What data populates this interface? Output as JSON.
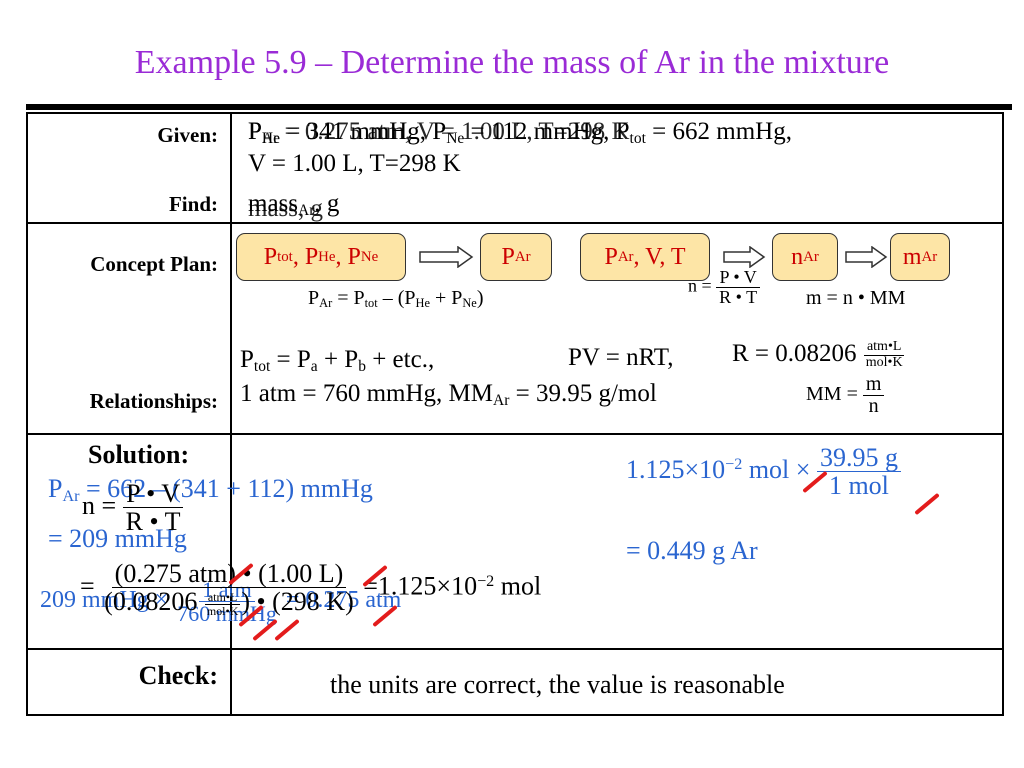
{
  "title": "Example 5.9 – Determine the mass of Ar in the mixture",
  "labels": {
    "given": "Given:",
    "find": "Find:",
    "concept_plan": "Concept Plan:",
    "relationships": "Relationships:",
    "solution": "Solution:",
    "check": "Check:"
  },
  "given": {
    "line1": "P",
    "line2": "V = 1.00 L, T=298 K",
    "p_he_sub": "He",
    "p_he_val": " = 341 mmHg, P",
    "p_ne_sub": "Ne",
    "p_ne_val": " = 112 mmHg, P",
    "p_tot_sub": "tot",
    "p_tot_val": " = 662 mmHg,",
    "p_ar_overlay": "P",
    "p_ar_overlay_sub": "Ar",
    "p_ar_overlay_val": " = 0.275 atm, V = 1.00 L, T=298 K"
  },
  "find": {
    "mass": "mass",
    "mass_ar_sub": "Ar",
    "mass_unit": ", g",
    "overlay": "mass, g"
  },
  "concept_plan": {
    "box1": "P",
    "box1_a_sub": "tot",
    "box1_b": ", P",
    "box1_b_sub": "He",
    "box1_c": ", P",
    "box1_c_sub": "Ne",
    "box2": "P",
    "box2_sub": "Ar",
    "box3": "P",
    "box3_sub": "Ar",
    "box3_rest": ", V, T",
    "box4": "n",
    "box4_sub": "Ar",
    "box5": "m",
    "box5_sub": "Ar",
    "eq1": "P",
    "eq1_sub": "Ar",
    "eq1_mid": " = P",
    "eq1_sub2": "tot",
    "eq1_mid2": " – (P",
    "eq1_sub3": "He",
    "eq1_mid3": " + P",
    "eq1_sub4": "Ne",
    "eq1_end": ")",
    "eq2_lhs": "n =",
    "eq2_num": "P • V",
    "eq2_den": "R • T",
    "eq3": "m = n • MM"
  },
  "relationships": {
    "line1_a": "P",
    "line1_a_sub": "tot",
    "line1_b": " = P",
    "line1_b_sub": "a",
    "line1_c": " + P",
    "line1_c_sub": "b",
    "line1_d": " + etc.,",
    "line1_pv": "PV = nRT,",
    "line1_r": "R = 0.08206",
    "r_unit_num": "atm•L",
    "r_unit_den": "mol•K",
    "line2_a": "1 atm = 760 mmHg,   MM",
    "line2_sub": "Ar",
    "line2_b": " = 39.95 g/mol",
    "mm_lhs": "MM =",
    "mm_num": "m",
    "mm_den": "n"
  },
  "solution": {
    "par_line1": "P",
    "par_sub": "Ar",
    "par_rest": " = 662 – (341 + 112) mmHg",
    "par_line2": "= 209 mmHg",
    "n_lhs": "n =",
    "n_num": "P • V",
    "n_den": "R • T",
    "conv_lead": "209 mmHg ×",
    "conv_num": "1 atm",
    "conv_den": "760 mmHg",
    "conv_result": "= 0.275 atm",
    "calc_eq": "=",
    "calc_num": "(0.275 atm) • (1.00 L)",
    "calc_den_a": "(0.08206",
    "calc_den_unit_num": "atm•L",
    "calc_den_unit_den": "mol•K",
    "calc_den_b": ") • (298 K)",
    "calc_result": "=1.125×10",
    "calc_exp": "−2",
    "calc_unit": " mol",
    "mass_lead": "1.125×10",
    "mass_exp": "−2",
    "mass_mol": " mol ×",
    "mass_num": "39.95 g",
    "mass_den": "1 mol",
    "mass_result": "= 0.449 g Ar"
  },
  "check": {
    "text": "the units are correct, the value is reasonable"
  },
  "colors": {
    "title": "#9a2bd6",
    "concept_box_fill": "#fde5a6",
    "concept_box_text": "#cc0000",
    "solution_blue": "#2a65d0",
    "cancel_red": "#e31c1c"
  }
}
